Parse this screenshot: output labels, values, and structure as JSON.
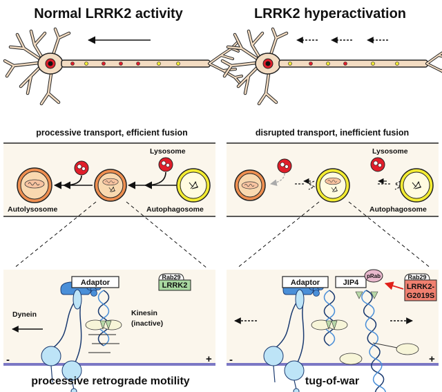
{
  "left": {
    "title": "Normal LRRK2 activity",
    "transport_caption": "processive transport, efficient fusion",
    "lysosome_label": "Lysosome",
    "autolysosome_label": "Autolysosome",
    "autophagosome_label": "Autophagosome",
    "adaptor_label": "Adaptor",
    "rab_label": "Rab29",
    "kinase_label": "LRRK2",
    "dynein_label": "Dynein",
    "kinesin_label": "Kinesin",
    "kinesin_state": "(inactive)",
    "minus_end": "-",
    "plus_end": "+",
    "motility_caption": "processive retrograde motility"
  },
  "right": {
    "title": "LRRK2 hyperactivation",
    "transport_caption": "disrupted transport, inefficient fusion",
    "lysosome_label": "Lysosome",
    "autophagosome_label": "Autophagosome",
    "adaptor_label": "Adaptor",
    "jip4_label": "JIP4",
    "prab_label": "pRab",
    "rab_label": "Rab29",
    "kinase_label_line1": "LRRK2-",
    "kinase_label_line2": "G2019S",
    "minus_end": "-",
    "plus_end": "+",
    "motility_caption": "tug-of-war"
  },
  "colors": {
    "neuron_fill": "#f3dcc2",
    "lysosome_red": "#e01e2a",
    "autophagosome_yellow": "#f3ec32",
    "autolysosome_orange": "#ef8f50",
    "adaptor_blue": "#4a8fd8",
    "motor_light_blue": "#bde4f7",
    "kinase_green": "#a8d8a0",
    "kinase_mutant_red": "#f08070",
    "microtubule_purple": "#7b77c4",
    "panel_bg": "#fbf6ec"
  }
}
